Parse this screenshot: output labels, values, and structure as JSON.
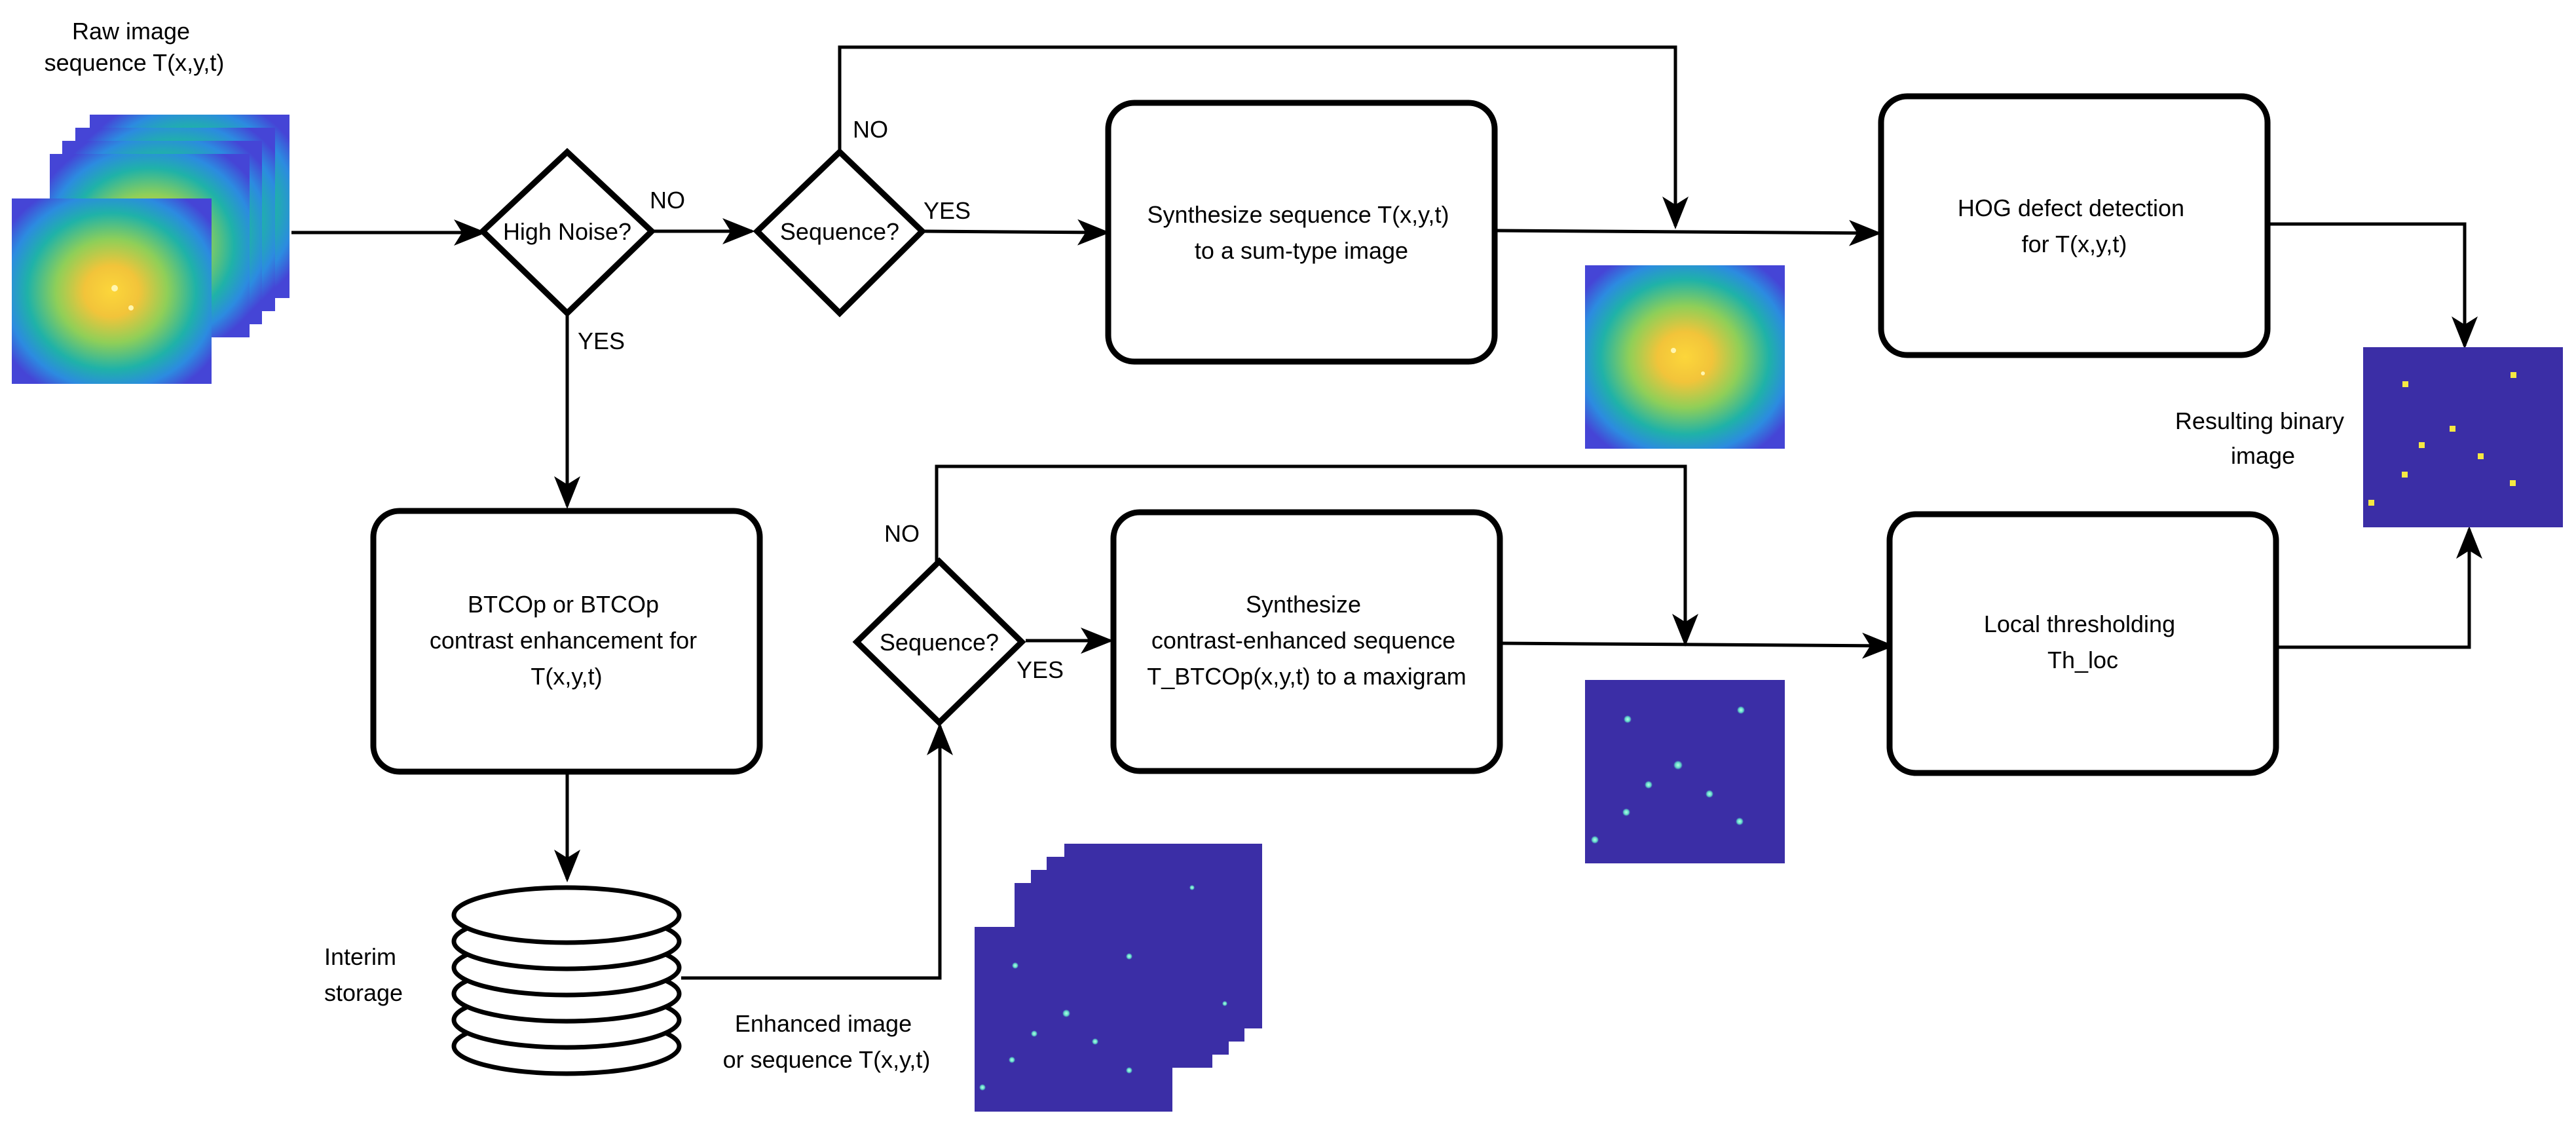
{
  "nodes": {
    "raw_sequence_label": [
      "Raw image",
      "sequence T(x,y,t)"
    ],
    "high_noise": "High Noise?",
    "sequence_top": "Sequence?",
    "synthesize_sum": [
      "Synthesize sequence T(x,y,t)",
      "to a sum-type image"
    ],
    "hog_detection": [
      "HOG defect detection",
      "for T(x,y,t)"
    ],
    "btcop": [
      "BTCOp or BTCOp",
      "contrast enhancement for",
      "T(x,y,t)"
    ],
    "sequence_bottom": "Sequence?",
    "synthesize_maxigram": [
      "Synthesize",
      "contrast-enhanced sequence",
      "T_BTCOp(x,y,t) to a maxigram"
    ],
    "local_threshold": [
      "Local thresholding",
      "Th_loc"
    ],
    "interim_storage": [
      "Interim",
      "storage"
    ],
    "enhanced_label": [
      "Enhanced image",
      "or sequence T(x,y,t)"
    ],
    "result_label": [
      "Resulting binary",
      "image"
    ]
  },
  "edge_labels": {
    "high_noise_no": "NO",
    "high_noise_yes": "YES",
    "sequence_top_no": "NO",
    "sequence_top_yes": "YES",
    "sequence_bottom_no": "NO",
    "sequence_bottom_yes": "YES"
  },
  "colors": {
    "thermal_outer": "#3f3fcf",
    "thermal_mid": "#1fb2a8",
    "thermal_core": "#fcd63a",
    "dark_background": "#3b2ea6",
    "defect_cyan": "#7ff0d8",
    "defect_yellow": "#f5e842"
  }
}
